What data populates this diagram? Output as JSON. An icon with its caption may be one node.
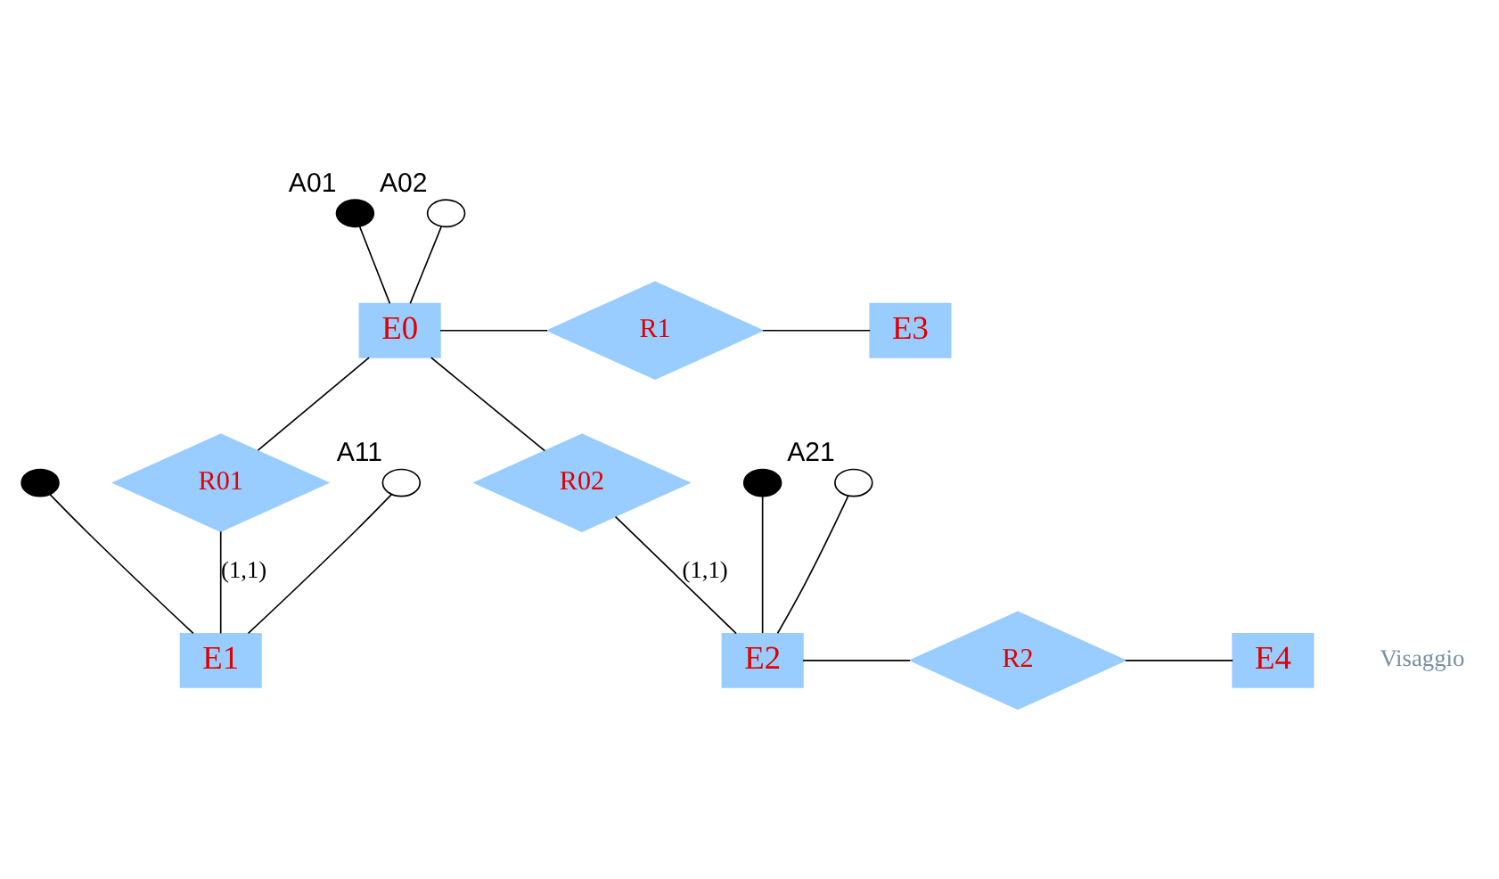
{
  "diagram": {
    "nodes": [
      {
        "text": [
          "A01"
        ]
      },
      {
        "text": [
          "A02"
        ]
      },
      {
        "text": [
          "E0"
        ]
      },
      {
        "text": [
          "R1"
        ]
      },
      {
        "text": [
          "E3"
        ]
      },
      {
        "text": [
          "R01"
        ]
      },
      {
        "text": [
          "R02"
        ]
      },
      {
        "text": [
          "A11"
        ]
      },
      {
        "text": [],
        "shape": "circle"
      },
      {
        "text": [],
        "shape": "circle"
      },
      {
        "text": [
          "A21"
        ]
      },
      {
        "text": [
          "E1"
        ]
      },
      {
        "text": [
          "E2"
        ]
      },
      {
        "text": [
          "R2"
        ]
      },
      {
        "text": [
          "E4"
        ]
      }
    ],
    "edges": [
      {
        "from": 0,
        "to": 2,
        "arrow": "none"
      },
      {
        "from": 1,
        "to": 2,
        "arrow": "none"
      },
      {
        "from": 2,
        "to": 3,
        "arrow": "none"
      },
      {
        "from": 3,
        "to": 4,
        "arrow": "none"
      },
      {
        "from": 2,
        "to": 5,
        "arrow": "none"
      },
      {
        "from": 2,
        "to": 6,
        "arrow": "none"
      },
      {
        "from": 5,
        "to": 11,
        "label": "(1,1)",
        "arrow": "none"
      },
      {
        "from": 6,
        "to": 12,
        "label": "(1,1)",
        "arrow": "none"
      },
      {
        "from": 7,
        "to": 11,
        "arrow": "none"
      },
      {
        "from": 8,
        "to": 11,
        "arrow": "none"
      },
      {
        "from": 9,
        "to": 12,
        "arrow": "none"
      },
      {
        "from": 10,
        "to": 12,
        "arrow": "none"
      },
      {
        "from": 12,
        "to": 13,
        "arrow": "none"
      },
      {
        "from": 13,
        "to": 14,
        "arrow": "none"
      }
    ],
    "labels": [
      "Visaggio"
    ]
  }
}
